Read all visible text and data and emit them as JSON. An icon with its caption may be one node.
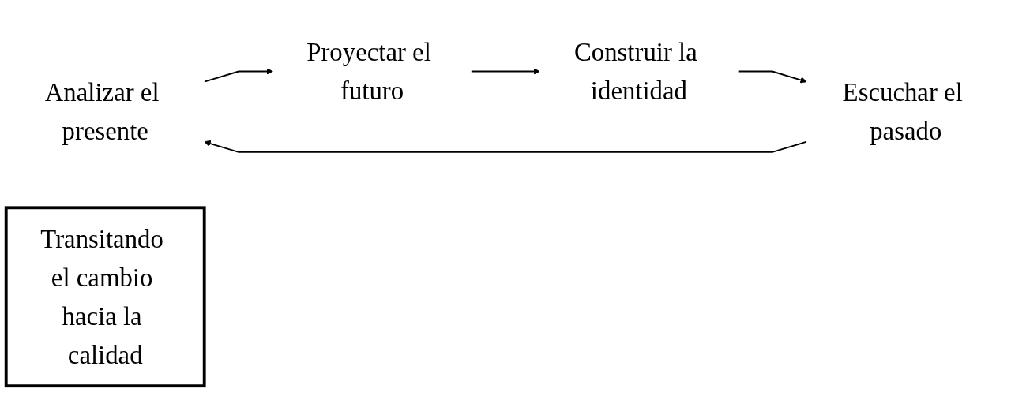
{
  "diagram": {
    "nodes": [
      {
        "text": [
          "Analizar el presente"
        ]
      },
      {
        "text": [
          "Proyectar el futuro"
        ]
      },
      {
        "text": [
          "Construir la identidad"
        ]
      },
      {
        "text": [
          "Escuchar el pasado"
        ]
      },
      {
        "text": [
          "Transitando el cambio hacia la calidad"
        ]
      }
    ],
    "edges": [
      {
        "from": 3,
        "to": 0,
        "arrow": "to"
      },
      {
        "from": 0,
        "to": 1,
        "arrow": "to"
      },
      {
        "from": 1,
        "to": 2,
        "arrow": "to"
      },
      {
        "from": 2,
        "to": 3,
        "arrow": "to"
      }
    ]
  }
}
